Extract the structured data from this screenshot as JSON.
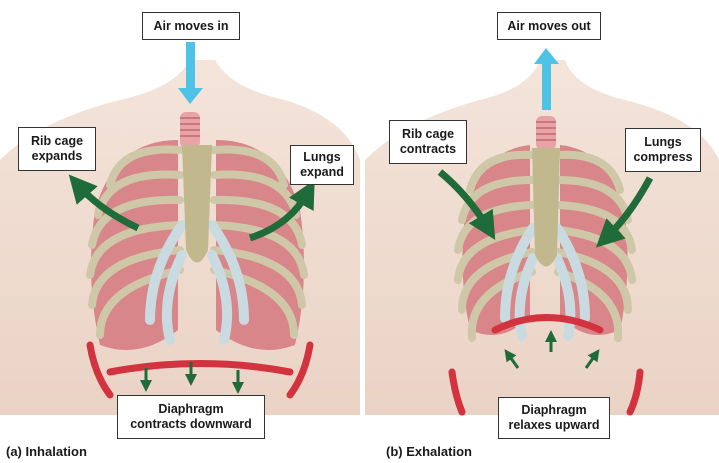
{
  "panel_a": {
    "caption": "(a) Inhalation",
    "air": "Air moves in",
    "rib_cage": [
      "Rib cage",
      "expands"
    ],
    "lungs": [
      "Lungs",
      "expand"
    ],
    "diaphragm": [
      "Diaphragm",
      "contracts downward"
    ]
  },
  "panel_b": {
    "caption": "(b) Exhalation",
    "air": "Air moves out",
    "rib_cage": [
      "Rib cage",
      "contracts"
    ],
    "lungs": [
      "Lungs",
      "compress"
    ],
    "diaphragm": [
      "Diaphragm",
      "relaxes upward"
    ]
  },
  "colors": {
    "background": "#ffffff",
    "skin": "#efdcd0",
    "lung": "#d9868a",
    "rib": "#cfc8a8",
    "cartilage": "#c9dbe0",
    "diaphragm": "#d3323f",
    "airflow_arrow": "#4fc3e6",
    "movement_arrow": "#1f6b3a",
    "box_border": "#333333"
  }
}
